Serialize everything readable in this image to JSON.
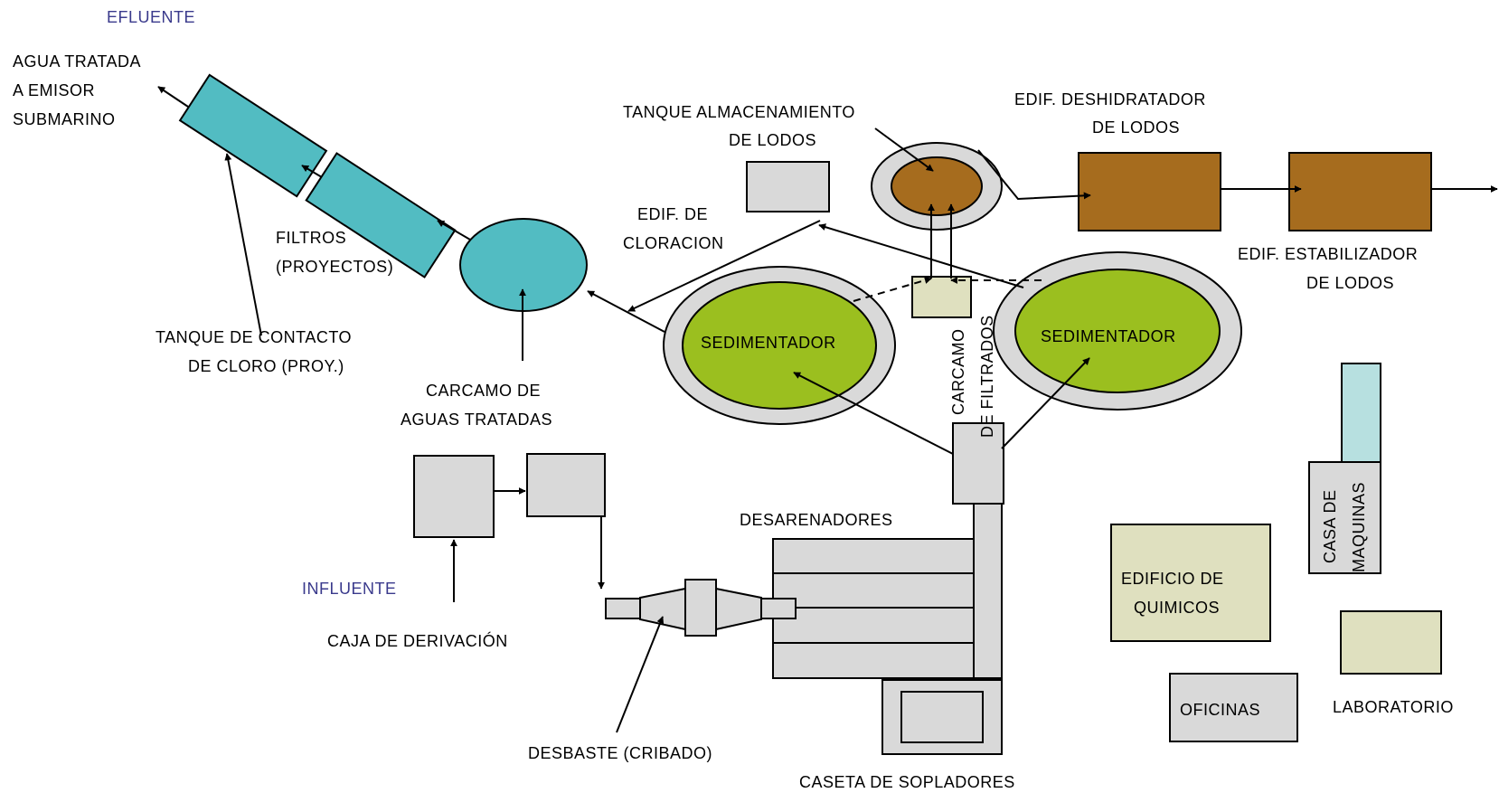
{
  "labels": {
    "efluente": "EFLUENTE",
    "agua_tratada_1": "AGUA TRATADA",
    "agua_tratada_2": "A EMISOR",
    "agua_tratada_3": "SUBMARINO",
    "filtros_1": "FILTROS",
    "filtros_2": "(PROYECTOS)",
    "tanque_contacto_1": "TANQUE DE CONTACTO",
    "tanque_contacto_2": "DE CLORO (PROY.)",
    "carcamo_aguas_1": "CARCAMO DE",
    "carcamo_aguas_2": "AGUAS TRATADAS",
    "tanque_almac_1": "TANQUE ALMACENAMIENTO",
    "tanque_almac_2": "DE LODOS",
    "edif_cloracion_1": "EDIF. DE",
    "edif_cloracion_2": "CLORACION",
    "deshidratador_1": "EDIF. DESHIDRATADOR",
    "deshidratador_2": "DE LODOS",
    "estabilizador_1": "EDIF. ESTABILIZADOR",
    "estabilizador_2": "DE LODOS",
    "sedimentador_left": "SEDIMENTADOR",
    "sedimentador_right": "SEDIMENTADOR",
    "carcamo_filtrados_1": "CARCAMO",
    "carcamo_filtrados_2": "DE FILTRADOS",
    "casa_maquinas_1": "CASA DE",
    "casa_maquinas_2": "MAQUINAS",
    "desarenadores": "DESARENADORES",
    "edificio_quimicos_1": "EDIFICIO DE",
    "edificio_quimicos_2": "QUIMICOS",
    "influente": "INFLUENTE",
    "caja_derivacion": "CAJA DE DERIVACIÓN",
    "desbaste": "DESBASTE (CRIBADO)",
    "caseta_sopladores": "CASETA DE SOPLADORES",
    "oficinas": "OFICINAS",
    "laboratorio": "LABORATORIO"
  },
  "colors": {
    "teal": "#52bcc2",
    "sludge_brown": "#a66c1e",
    "sedimentador_green": "#9bbf1f",
    "building_gray": "#d9d9d9",
    "pale_yellow": "#dfe0bf",
    "light_cyan": "#b7e0e0",
    "influent_blue": "#3a3a8c"
  }
}
